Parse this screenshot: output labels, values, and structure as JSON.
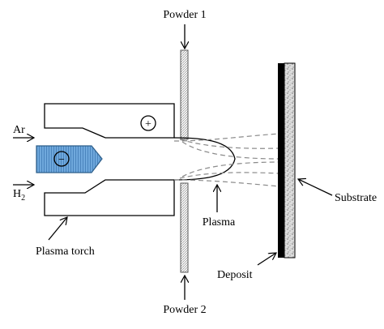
{
  "labels": {
    "powder_1": "Powder 1",
    "powder_2": "Powder 2",
    "ar": "Ar",
    "h2_main": "H",
    "h2_sub": "2",
    "plasma_torch": "Plasma torch",
    "plasma": "Plasma",
    "substrate": "Substrate",
    "deposit": "Deposit"
  },
  "symbols": {
    "anode_sign": "+",
    "cathode_sign": "−"
  },
  "colors": {
    "cathode_fill": "#5b9bd5",
    "cathode_stroke": "#2e5f8a",
    "dash_lines": "#8a8a8a",
    "deposit": "#000000"
  }
}
